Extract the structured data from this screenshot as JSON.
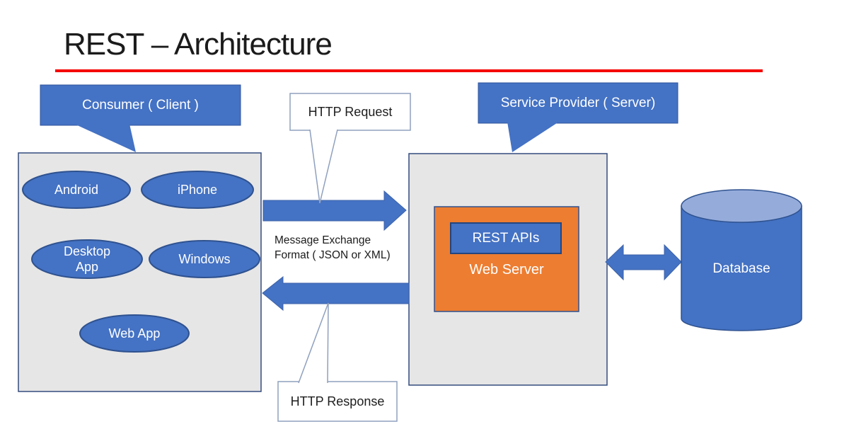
{
  "title": "REST – Architecture",
  "callouts": {
    "consumer": "Consumer ( Client )",
    "service_provider": "Service Provider ( Server)",
    "http_request": "HTTP Request",
    "http_response": "HTTP Response"
  },
  "client_box": {
    "items": [
      "Android",
      "iPhone",
      "Desktop App",
      "Windows",
      "Web App"
    ]
  },
  "message_exchange": {
    "line1": "Message Exchange",
    "line2": "Format ( JSON or XML)"
  },
  "server_box": {
    "rest_apis": "REST APIs",
    "web_server": "Web Server"
  },
  "database": {
    "label": "Database"
  },
  "colors": {
    "accent_blue": "#4472C4",
    "accent_blue_dark": "#2F528F",
    "cylinder_top_blue": "#95ACDB",
    "orange": "#ED7D31",
    "panel_gray": "#E7E6E6",
    "rule_red": "#F50000",
    "callout_border": "#8FA0BE"
  }
}
